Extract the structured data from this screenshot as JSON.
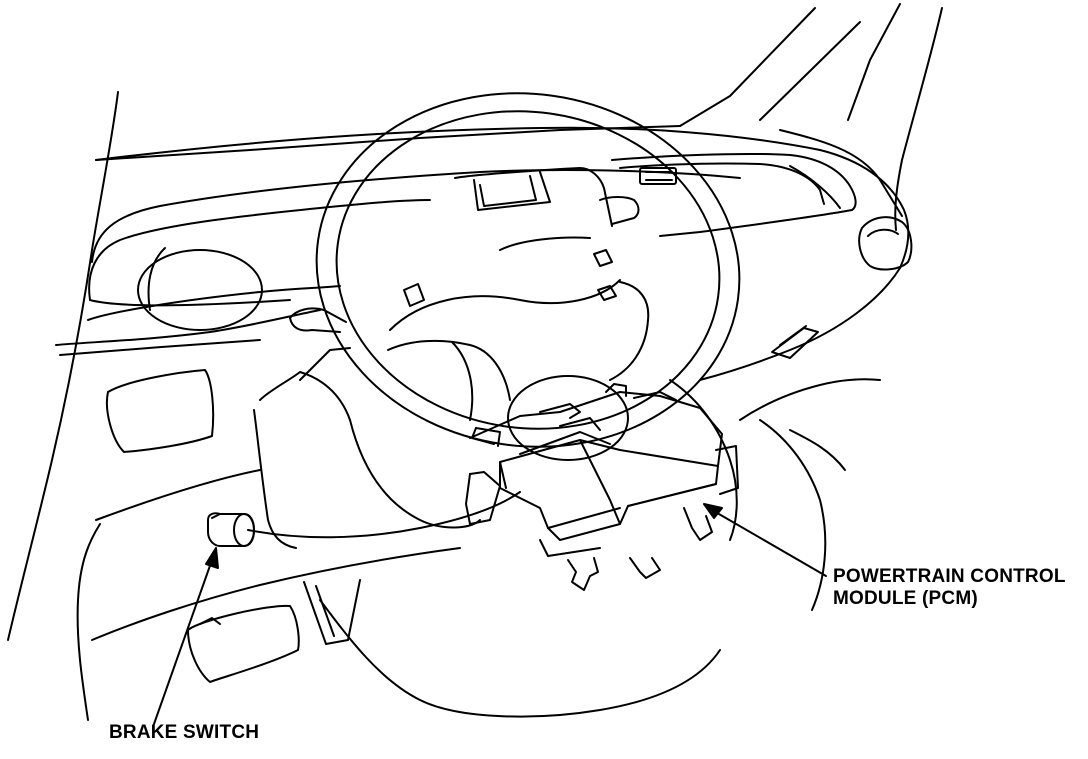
{
  "diagram": {
    "labels": {
      "pcm_line1": "POWERTRAIN CONTROL",
      "pcm_line2": "MODULE (PCM)",
      "brake_switch": "BRAKE SWITCH"
    },
    "style": {
      "ink_color": "#000000",
      "paper_color": "#ffffff"
    }
  }
}
